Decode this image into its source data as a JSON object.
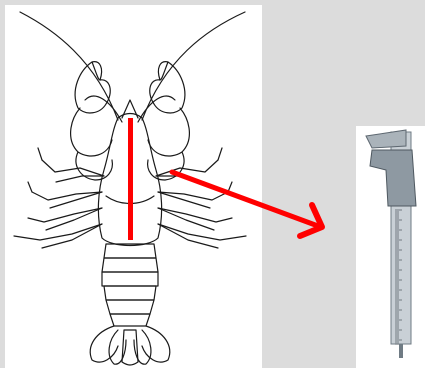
{
  "colors": {
    "background": "#dcdcdc",
    "panel": "#ffffff",
    "outline": "#1a1a1a",
    "measure_line": "#ff0000",
    "arrow": "#ff0000",
    "caliper_steel": "#c9d0d6",
    "caliper_dark": "#6f7b84"
  },
  "figures": [
    {
      "name": "crayfish-drawing",
      "icon": "crayfish-icon"
    },
    {
      "name": "vernier-caliper-photo",
      "icon": "caliper-icon"
    }
  ],
  "annotations": {
    "measure_line": "carapace-length",
    "arrow": "to-caliper"
  }
}
